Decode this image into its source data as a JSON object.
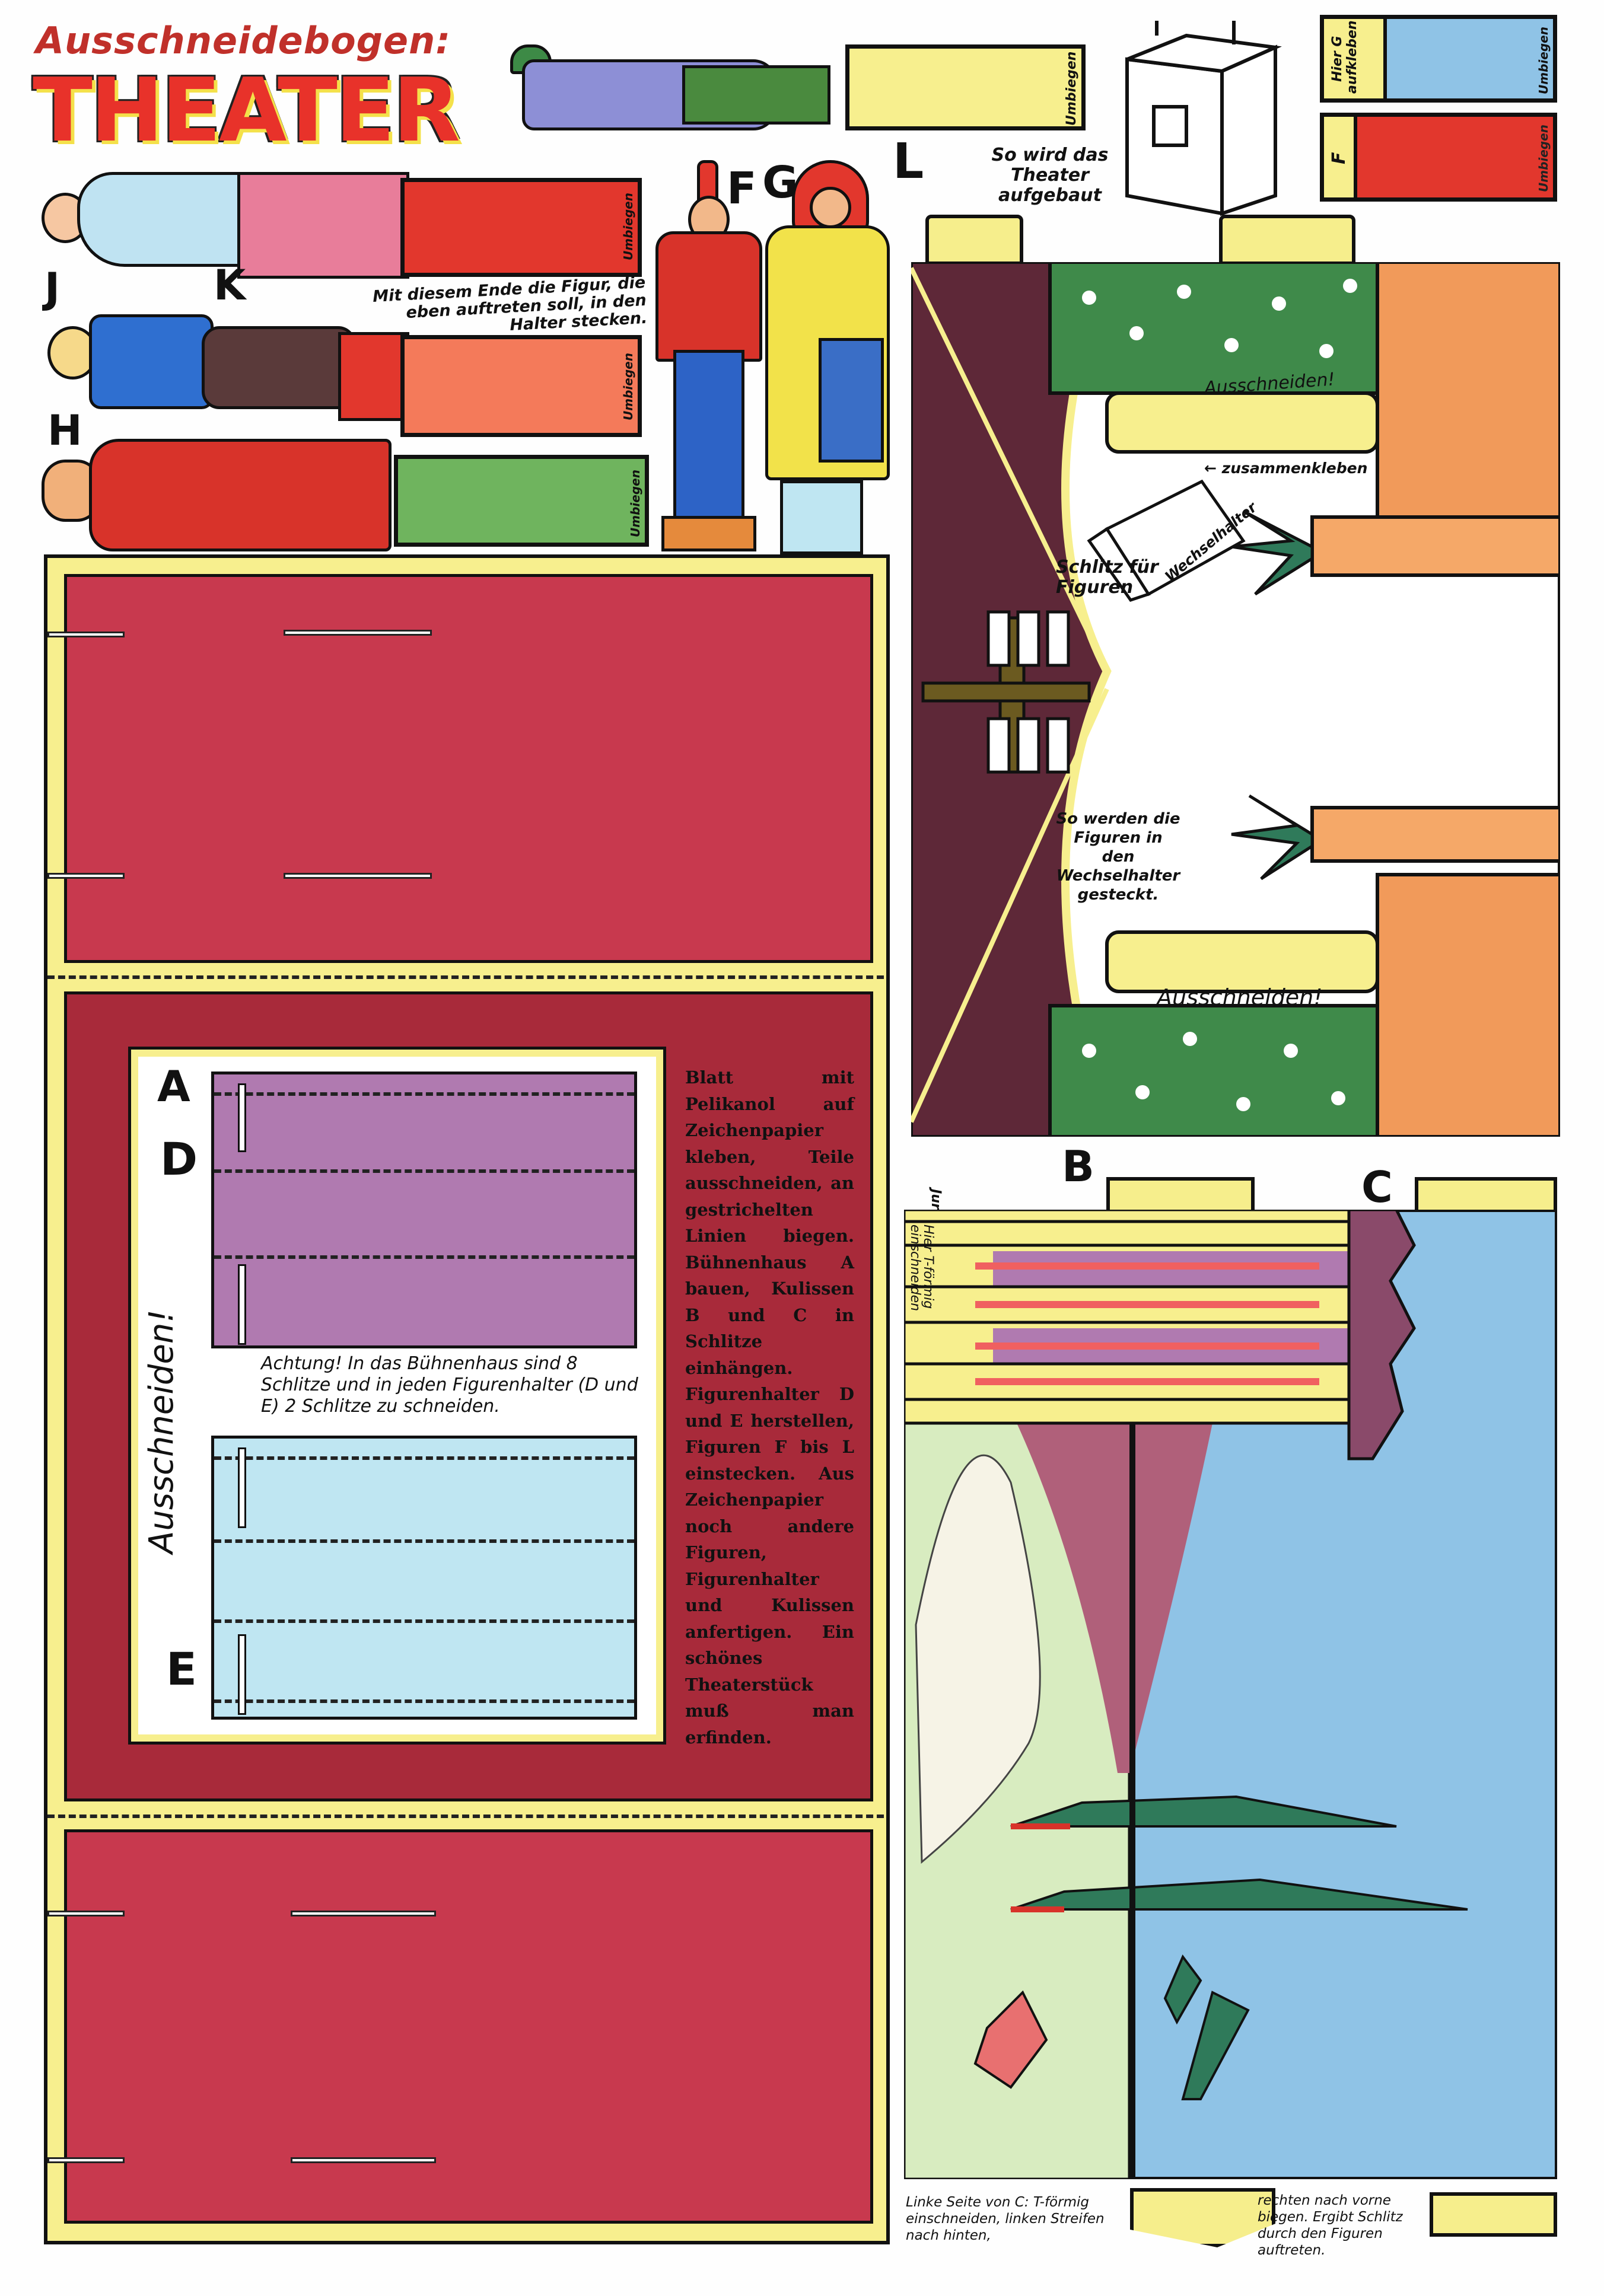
{
  "header": {
    "subtitle": "Ausschneidebogen:",
    "title": "THEATER"
  },
  "labels": {
    "A": "A",
    "B": "B",
    "C": "C",
    "D": "D",
    "E": "E",
    "F": "F",
    "G": "G",
    "H": "H",
    "J": "J",
    "K": "K",
    "L": "L"
  },
  "fold_label": "Umbiegen",
  "holder_strips": {
    "glue_g": "Hier G aufkleben",
    "f": "F"
  },
  "assembly_note": "So wird das Theater aufgebaut",
  "figure_note": "Mit diesem Ende die Figur, die eben auftreten soll, in den Halter stecken.",
  "stage_b": {
    "cut_top": "Ausschneiden!",
    "cut_bottom": "Ausschneiden!",
    "glue": "← zusammenkleben",
    "holder": "Wechselhalter",
    "slit": "Schlitz für Figuren",
    "insert_note": "So werden die Figuren in den Wechselhalter gesteckt."
  },
  "stage_a": {
    "cut_vertical": "Ausschneiden!",
    "warning": "Achtung! In das Bühnenhaus sind 8 Schlitze und in jeden Figurenhalter (D und E) 2 Schlitze zu schneiden.",
    "instructions": "Blatt mit Pelikanol auf Zeichenpapier kleben, Teile ausschneiden, an gestrichelten Linien biegen. Bühnenhaus A bauen, Kulissen B und C in Schlitze einhängen. Figurenhalter D und E herstellen, Figuren F bis L einstecken. Aus Zeichenpapier noch andere Figuren, Figurenhalter und Kulissen anfertigen. Ein schönes Theaterstück muß man erfinden."
  },
  "stage_c": {
    "cut_here": "Hier T-förmig einschneiden",
    "note_left": "Linke Seite von C: T-förmig einschneiden, linken Streifen nach hinten,",
    "note_right": "rechten nach vorne biegen. Ergibt Schlitz durch den Figuren auftreten.",
    "signature": "Jur"
  },
  "colors": {
    "stage_red": "#c8394e",
    "stage_dark_red": "#a82a3a",
    "yellow": "#f7ef8e",
    "purple": "#b07ab0",
    "light_blue": "#bfe6f2",
    "curtain": "#5e2838",
    "sky": "#8fc3e6",
    "orange": "#f19a5a"
  }
}
